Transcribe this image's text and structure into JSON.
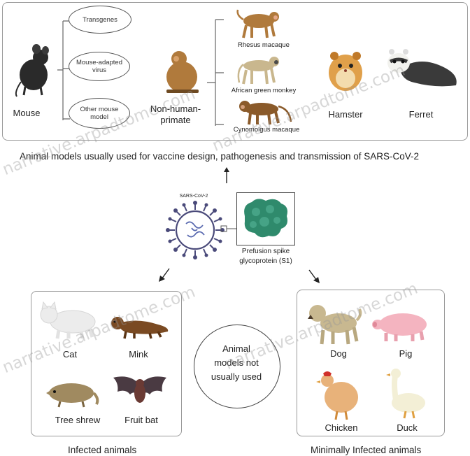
{
  "top_panel": {
    "mouse": {
      "label": "Mouse",
      "models": [
        "Transgenes",
        "Mouse-adapted virus",
        "Other mouse model"
      ]
    },
    "nhp": {
      "label_line1": "Non-human-",
      "label_line2": "primate",
      "species": [
        "Rhesus macaque",
        "African green monkey",
        "Cynomolgus macaque"
      ]
    },
    "hamster_label": "Hamster",
    "ferret_label": "Ferret"
  },
  "top_caption": "Animal models usually used for vaccine design, pathogenesis and transmission of  SARS-CoV-2",
  "virus": {
    "label": "SARS-CoV-2",
    "spike_line1": "Prefusion spike",
    "spike_line2": "glycoprotein (S1)"
  },
  "infected": {
    "caption": "Infected animals",
    "animals": [
      "Cat",
      "Mink",
      "Tree shrew",
      "Fruit bat"
    ]
  },
  "center_circle": {
    "line1": "Animal",
    "line2": "models not",
    "line3": "usually used"
  },
  "minimal": {
    "caption": "Minimally Infected animals",
    "animals": [
      "Dog",
      "Pig",
      "Chicken",
      "Duck"
    ]
  },
  "watermark": "narrative.arpadtome.com",
  "colors": {
    "panel_border": "#9a9a9a",
    "mouse": "#2a2a2a",
    "monkey": "#b07a3c",
    "hamster": "#e0a04a",
    "virus": "#4a4a7a",
    "spike_protein": "#2f8a6c"
  }
}
